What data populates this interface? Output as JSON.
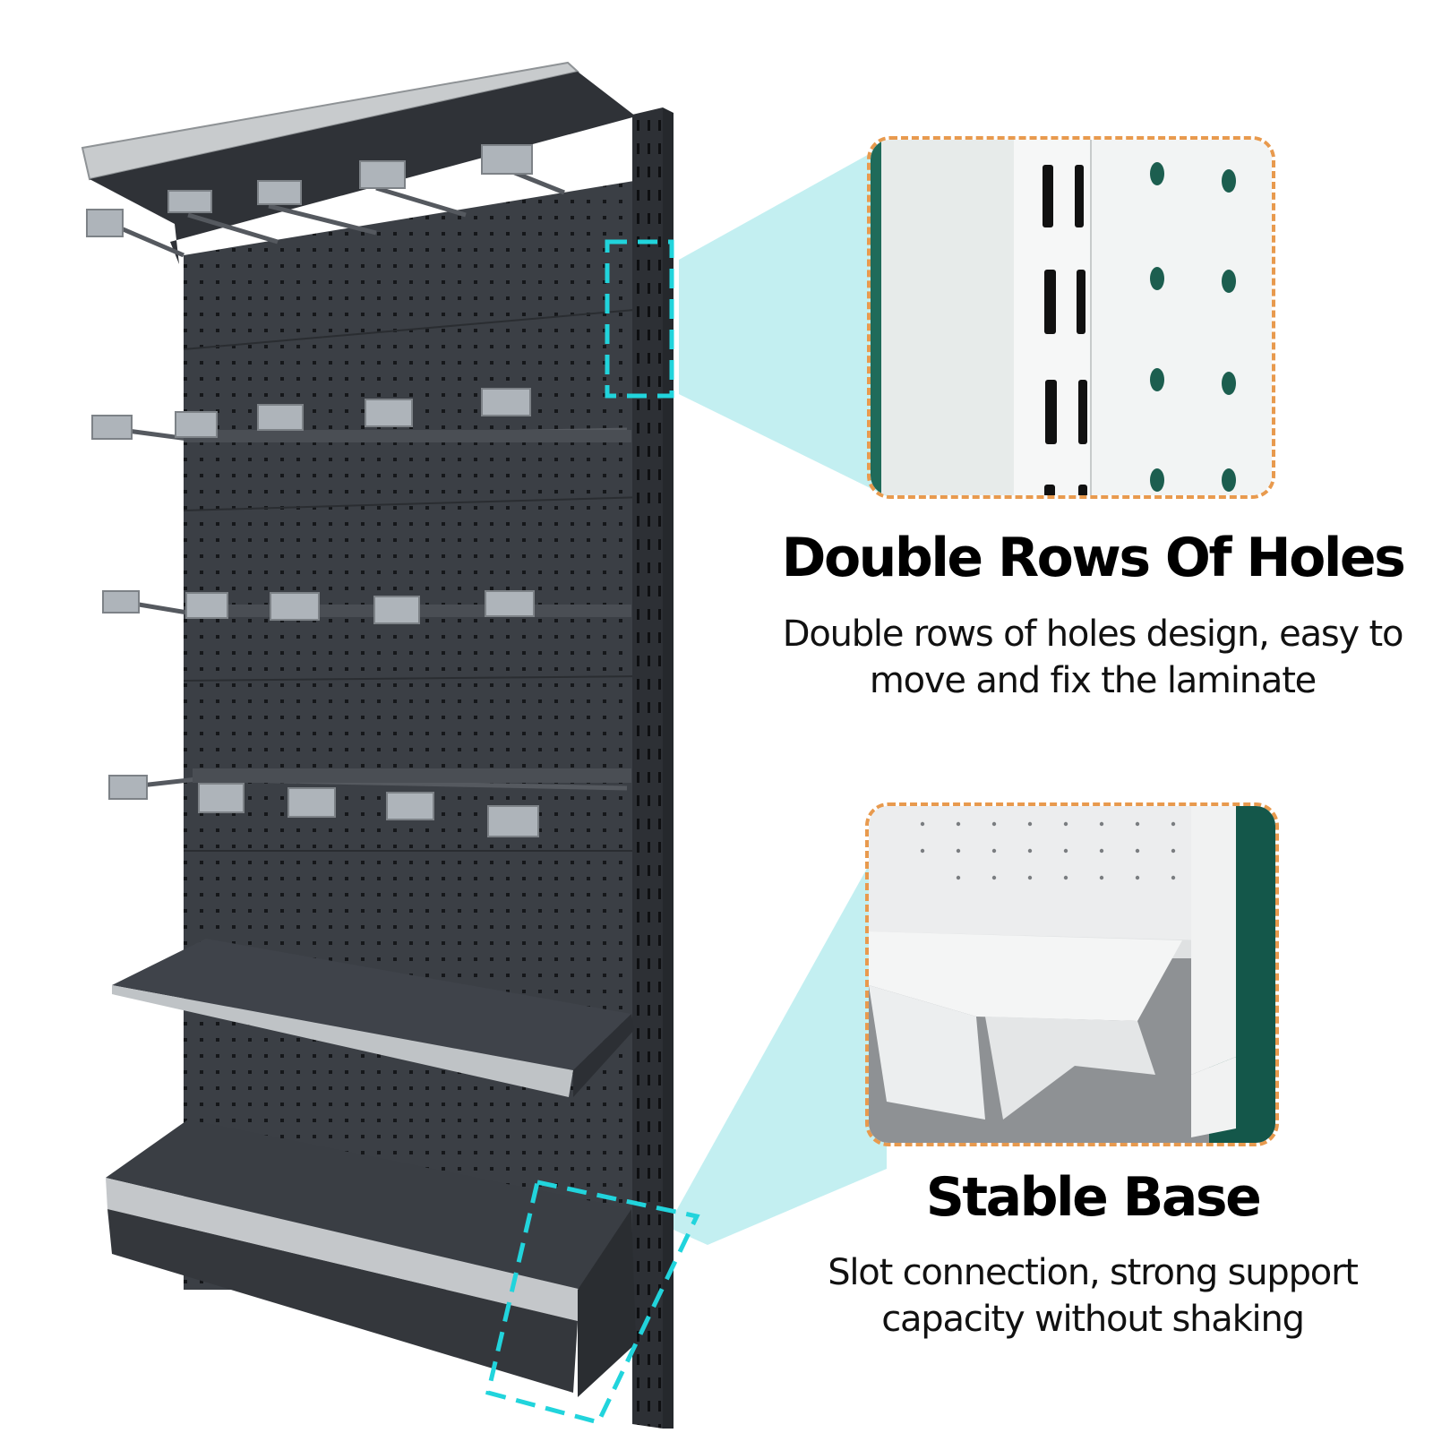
{
  "features": [
    {
      "title": "Double Rows Of Holes",
      "line1": "Double rows of holes design, easy to",
      "line2": "move and fix the laminate",
      "image_name": "upright-double-hole-closeup"
    },
    {
      "title": "Stable Base",
      "line1": "Slot connection, strong support",
      "line2": "capacity without shaking",
      "image_name": "white-shelf-base-closeup"
    }
  ],
  "colors": {
    "shelf_body": "#3b3f45",
    "highlight": "#21d4dc",
    "beam": "#b9ecee",
    "callout_border": "#e89a4e",
    "price_tag": "#aeb4ba"
  },
  "product_name": "pegboard-gondola-shelf"
}
